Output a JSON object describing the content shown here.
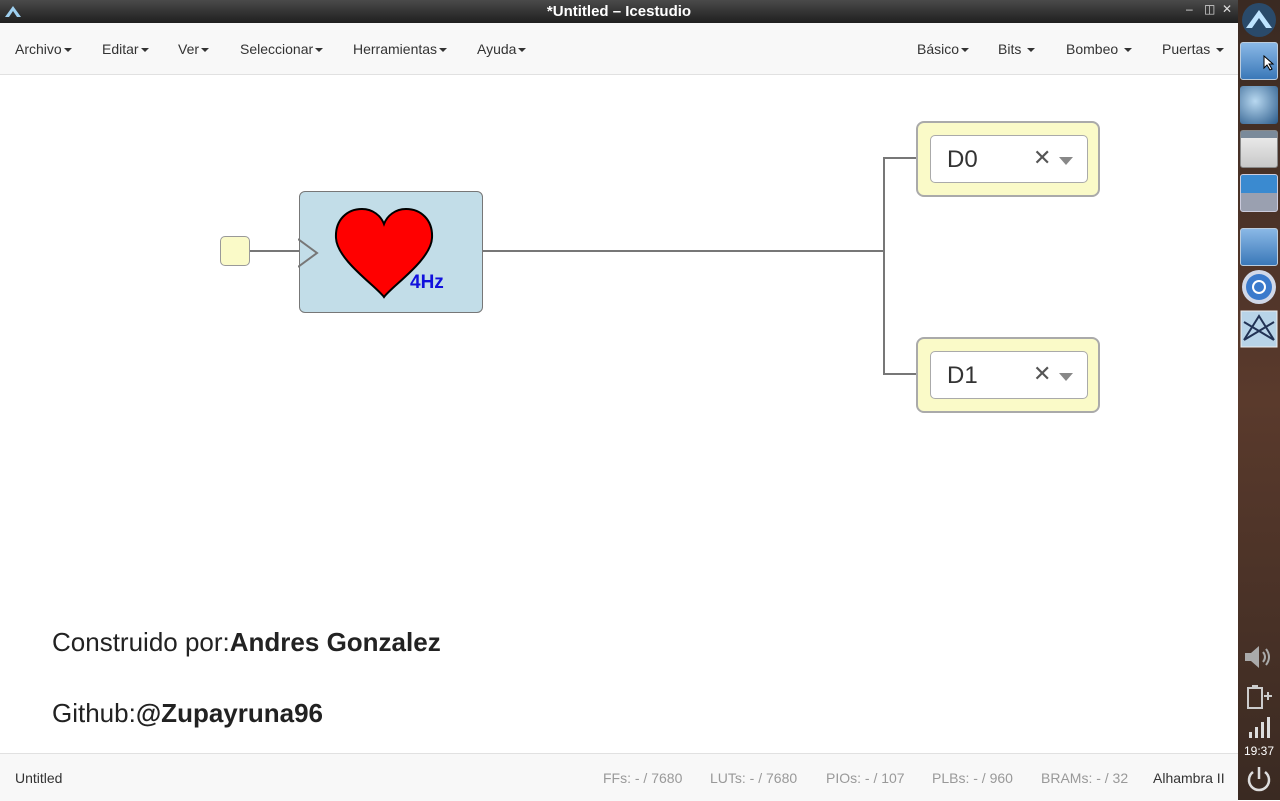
{
  "window": {
    "title": "*Untitled – Icestudio"
  },
  "menubar": {
    "left": [
      {
        "label": "Archivo"
      },
      {
        "label": "Editar"
      },
      {
        "label": "Ver"
      },
      {
        "label": "Seleccionar"
      },
      {
        "label": "Herramientas"
      },
      {
        "label": "Ayuda"
      }
    ],
    "right": [
      {
        "label": "Básico"
      },
      {
        "label": "Bits"
      },
      {
        "label": "Bombeo"
      },
      {
        "label": "Puertas"
      }
    ]
  },
  "canvas": {
    "heart_block": {
      "frequency": "4Hz",
      "icon": "heart-icon",
      "color": "#ff0000"
    },
    "outputs": [
      {
        "label": "D0"
      },
      {
        "label": "D1"
      }
    ],
    "info": {
      "built_by_prefix": "Construido por:",
      "built_by_name": "Andres Gonzalez",
      "github_prefix": "Github:",
      "github_user": "@Zupayruna96"
    }
  },
  "statusbar": {
    "filename": "Untitled",
    "ffs": "FFs:  - / 7680",
    "luts": "LUTs:  - / 7680",
    "pios": "PIOs:  - / 107",
    "plbs": "PLBs:  - / 960",
    "brams": "BRAMs:  - / 32",
    "board": "Alhambra II"
  },
  "dock": {
    "clock": "19:37",
    "icons": [
      "icestudio-logo-icon",
      "folder-cursor-icon",
      "network-icon",
      "window-icon",
      "app-tile-icon",
      "folder-icon",
      "chromium-icon",
      "icestudio-icon",
      "volume-icon",
      "battery-icon",
      "signal-icon",
      "power-icon"
    ]
  }
}
